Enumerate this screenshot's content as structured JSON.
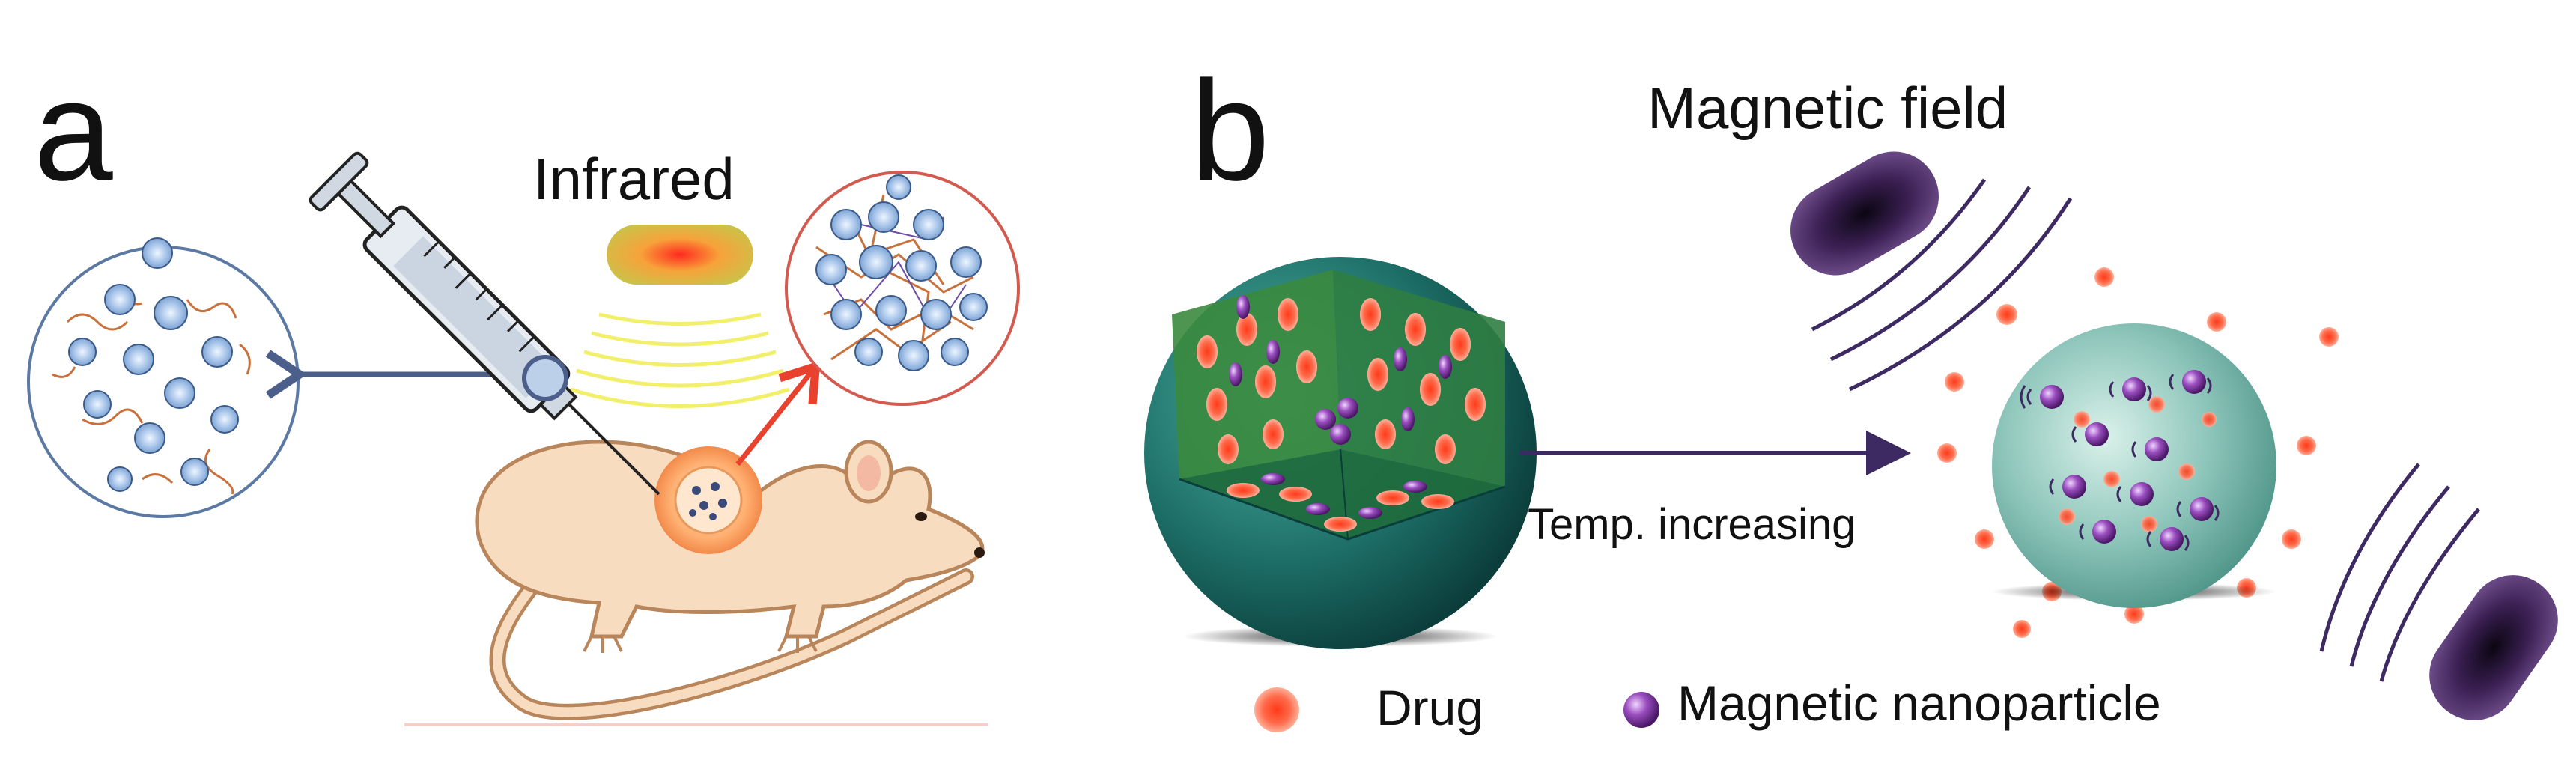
{
  "panel_a": {
    "letter": "a",
    "infrared_label": "Infrared"
  },
  "panel_b": {
    "letter": "b",
    "magnetic_field_label": "Magnetic field",
    "arrow_label": "Temp. increasing",
    "legend": {
      "drug_label": "Drug",
      "nanoparticle_label": "Magnetic nanoparticle"
    }
  },
  "colors": {
    "drug": "#ff5a3c",
    "nanoparticle": "#8a3ea8",
    "magnet": "#3a1f52",
    "field_lines": "#3d2a63",
    "shell": "#1d6f67",
    "mouse": "#f8dcc0",
    "mouse_outline": "#b9855a",
    "arrow_blue": "#4b5f8a",
    "arrow_red": "#e8412e",
    "infrared_waves": "#f2ef6a"
  },
  "icons": {
    "syringe": "syringe-icon",
    "mouse": "mouse-icon",
    "infrared_source": "infrared-lamp-icon",
    "magnet": "magnet-icon",
    "sphere": "capsule-sphere-icon"
  }
}
